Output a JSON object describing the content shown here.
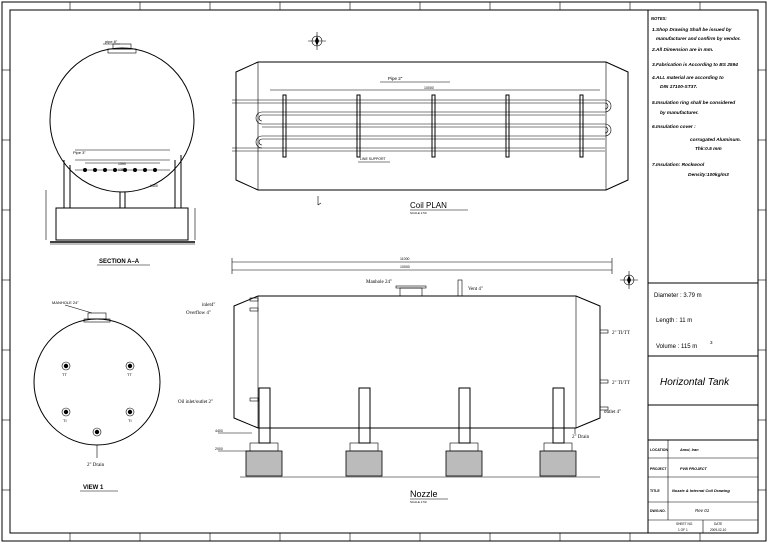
{
  "notes": {
    "heading": "NOTES:",
    "lines": [
      "1.Shop Drawing Shall be issued by",
      "manufacturer and confirm by vendor.",
      "2.All Dimension are in mm.",
      "3.Fabrication is According to BS 2594",
      "4.ALL material are according to",
      "DIN 17100-ST37.",
      "5.Insulation ring shall be considered",
      "by manufacturer.",
      "6.Insulation cover :",
      "corrugated Aluminum.",
      "Thk:0.5 mm",
      "7.Insulation: Rockwool",
      "Density:100kg/m3"
    ]
  },
  "specs": {
    "diameter": "Diameter :  3.79  m",
    "length": "Length :  11  m",
    "volume": "Volume :  115  m",
    "volume_sup": "3"
  },
  "title_block": {
    "title": "Horizontal Tank",
    "rows": [
      {
        "label": "LOCATION",
        "value": "Amol, Iran"
      },
      {
        "label": "PROJECT",
        "value": "PVB PROJECT"
      },
      {
        "label": "TITLE",
        "value": "Nozzle & Internal Coil Drawing"
      },
      {
        "label": "DWG.NO.",
        "value": "Rev 01"
      }
    ],
    "footer": [
      "SHEET NO.",
      "DATE",
      "1 OF 1",
      "2009-02-10"
    ]
  },
  "views": {
    "section_title": "SECTION  A–A",
    "coil_title": "Coil  PLAN",
    "nozzle_title": "Nozzle",
    "view_title": "VIEW  1",
    "scale": "SCALE 1:50"
  },
  "labels": {
    "section_top_pipe": "pipe 8\"",
    "coil_pipe": "Pipe  2\"",
    "coil_support": "LINE SUPPORT",
    "pipe3": "Pipe 3\"",
    "manhole24": "Manhole 24\"",
    "vent": "Vent 4\"",
    "inlet": "inlet4\"",
    "overflow": "Overflow  4\"",
    "oil_inlet": "Oil inlet/outlet 2\"",
    "tt1": "2\"  TI/TT",
    "tt2": "2\"  TI/TT",
    "outlet": "outlet 4\"",
    "drain_side": "2\" Drain",
    "manhole_view": "MANHOLE 24\"",
    "drain_view": "2\" Drain",
    "tt": "TT",
    "ti": "TI"
  },
  "dims": {
    "d1": "1590",
    "d2": "1350",
    "d3": "1500",
    "coil_len": "10000",
    "overall": "11000",
    "shell": "10000",
    "h1": "4400",
    "h2": "2000"
  }
}
